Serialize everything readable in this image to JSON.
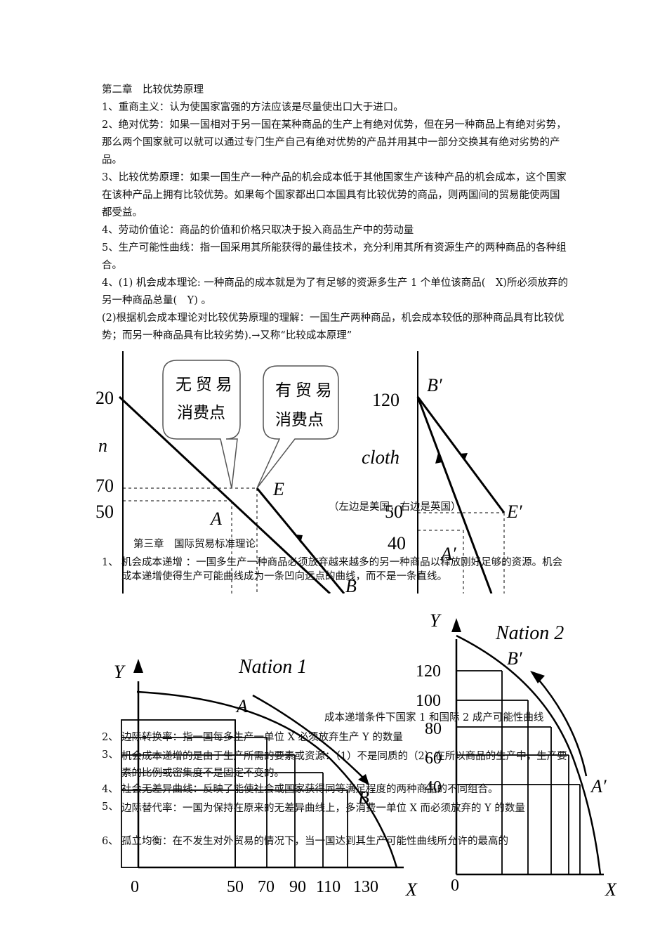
{
  "chapter2": {
    "title": "第二章　比较优势原理",
    "p1": "1、重商主义：认为使国家富强的方法应该是尽量使出口大于进口。",
    "p2": "2、绝对优势：如果一国相对于另一国在某种商品的生产上有绝对优势，但在另一种商品上有绝对劣势，那么两个国家就可以就可以通过专门生产自己有绝对优势的产品并用其中一部分交换其有绝对劣势的产品。",
    "p3": "3、比较优势原理：如果一国生产一种产品的机会成本低于其他国家生产该种产品的机会成本，这个国家在该种产品上拥有比较优势。如果每个国家都出口本国具有比较优势的商品，则两国间的贸易能使两国都受益。",
    "p4": "4、劳动价值论：商品的价值和价格只取决于投入商品生产中的劳动量",
    "p5": "5、生产可能性曲线：指一国采用其所能获得的最佳技术，充分利用其所有资源生产的两种商品的各种组合。",
    "p6": "4、(1) 机会成本理论: 一种商品的成本就是为了有足够的资源多生产 1 个单位该商品(　X)所必须放弃的另一种商品总量(　Y) 。",
    "p7": "(2)根据机会成本理论对比较优势原理的理解：一国生产两种商品，机会成本较低的那种商品具有比较优势；而另一种商品具有比较劣势).→又称“比较成本原理”"
  },
  "figure1": {
    "bubble_left": [
      "无 贸 易",
      "消费点"
    ],
    "bubble_right": [
      "有 贸 易",
      "消费点"
    ],
    "left_ticks": [
      "20",
      "70",
      "50"
    ],
    "left_partial_label": "n",
    "point_A": "A",
    "point_E": "E",
    "point_B": "B",
    "right_tick_120": "120",
    "right_tick_50": "50",
    "right_tick_40": "40",
    "cloth": "cloth",
    "point_Bp": "B′",
    "point_Ep": "E′",
    "point_Ap": "A′",
    "caption": "（左边是美国，右边是英国）"
  },
  "chapter3": {
    "title": "第三章　国际贸易标准理论",
    "item1_num": "1、",
    "item1": "机会成本递增 ：一国多生产一种商品必须放弃越来越多的另一种商品以释放刚好足够的资源。机会成本递增使得生产可能曲线成为一条凹向远点的曲线，而不是一条直线。",
    "item2_num": "2、",
    "item2": "边际转换率：指一国每多生产一单位 X 必须放弃生产 Y 的数量",
    "item3_num": "3、",
    "item3": "机会成本递增的是由于生产所需的要素或资源：（1）不是同质的（2）在所以商品的生产中，生产要素的比例或密集度不是固定不变的。",
    "item4_num": "4、",
    "item4": "社会无差异曲线：反映了能使社会或国家获得同等满足程度的两种商品的不同组合。",
    "item5_num": "5、",
    "item5": "边际替代率：一国为保持在原来的无差异曲线上，多消费一单位 X 而必须放弃的 Y 的数量",
    "item6_num": "6、",
    "item6": "孤立均衡：在不发生对外贸易的情况下，当一国达到其生产可能性曲线所允许的最高的"
  },
  "figure2": {
    "nation1": "Nation 1",
    "nation2": "Nation 2",
    "y_axis": "Y",
    "x_axis": "X",
    "point_A": "A",
    "point_B": "B",
    "point_Bp": "B′",
    "point_Ap": "A′",
    "left_x_ticks": [
      "0",
      "50",
      "70",
      "90",
      "110",
      "130"
    ],
    "right_origin": "0",
    "right_y_ticks": [
      "120",
      "100",
      "80",
      "60",
      "40"
    ],
    "caption": "成本递增条件下国家 1 和国际 2 成产可能性曲线"
  }
}
